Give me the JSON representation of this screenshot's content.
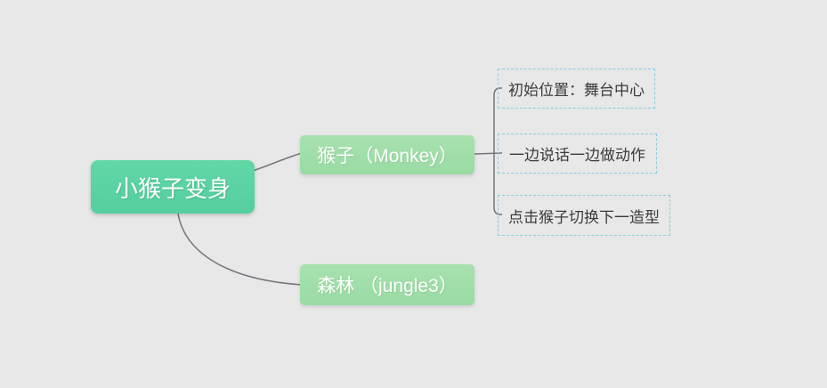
{
  "colors": {
    "background": "#e8e8e8",
    "root_fill": "#59d2a1",
    "branch_fill": "#a0dea9",
    "node_text": "#ffffff",
    "leaf_border": "#87cce1",
    "leaf_text": "#3b3b3b",
    "connector": "#75757d"
  },
  "mindmap": {
    "root": {
      "label": "小猴子变身"
    },
    "branches": [
      {
        "label": "猴子（Monkey）",
        "children": [
          "初始位置：舞台中心",
          "一边说话一边做动作",
          "点击猴子切换下一造型"
        ]
      },
      {
        "label": "森林 （jungle3）",
        "children": []
      }
    ]
  }
}
